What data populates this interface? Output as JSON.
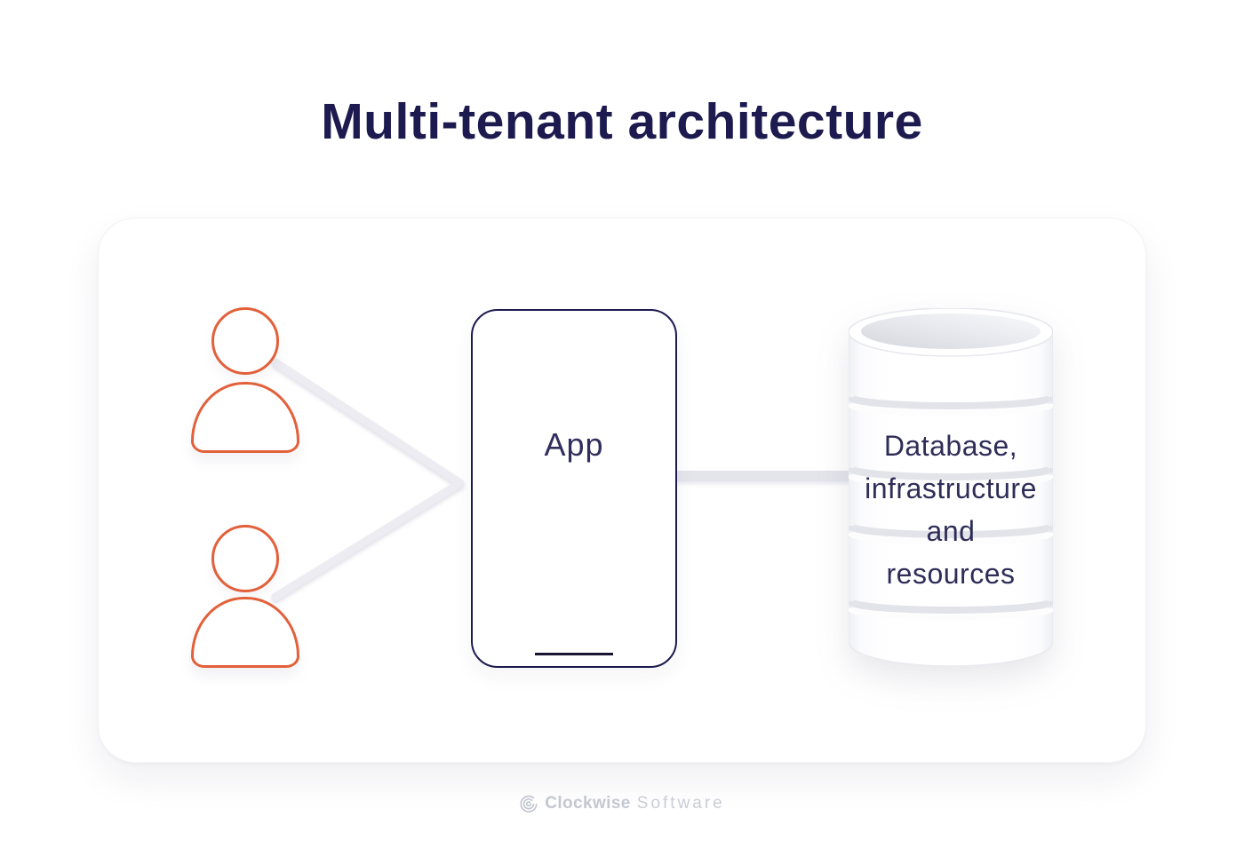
{
  "title": "Multi-tenant architecture",
  "colors": {
    "navy": "#1c1a4e",
    "orange": "#e2603a",
    "line_gray": "#ececf2",
    "connector_gray": "#e4e5eb",
    "db_text": "#2e2d58",
    "footer_gray": "#c4c7d1"
  },
  "diagram": {
    "tenants": {
      "icon": "user-icon",
      "count": 2
    },
    "app": {
      "icon": "smartphone-frame-icon",
      "label": "App"
    },
    "database": {
      "icon": "database-cylinder-icon",
      "label": "Database, infrastructure and resources",
      "lines": [
        "Database,",
        "infrastructure",
        "and",
        "resources"
      ]
    }
  },
  "footer": {
    "logo_icon": "clockwise-logo-icon",
    "brand": "Clockwise",
    "brand_suffix": "Software"
  }
}
